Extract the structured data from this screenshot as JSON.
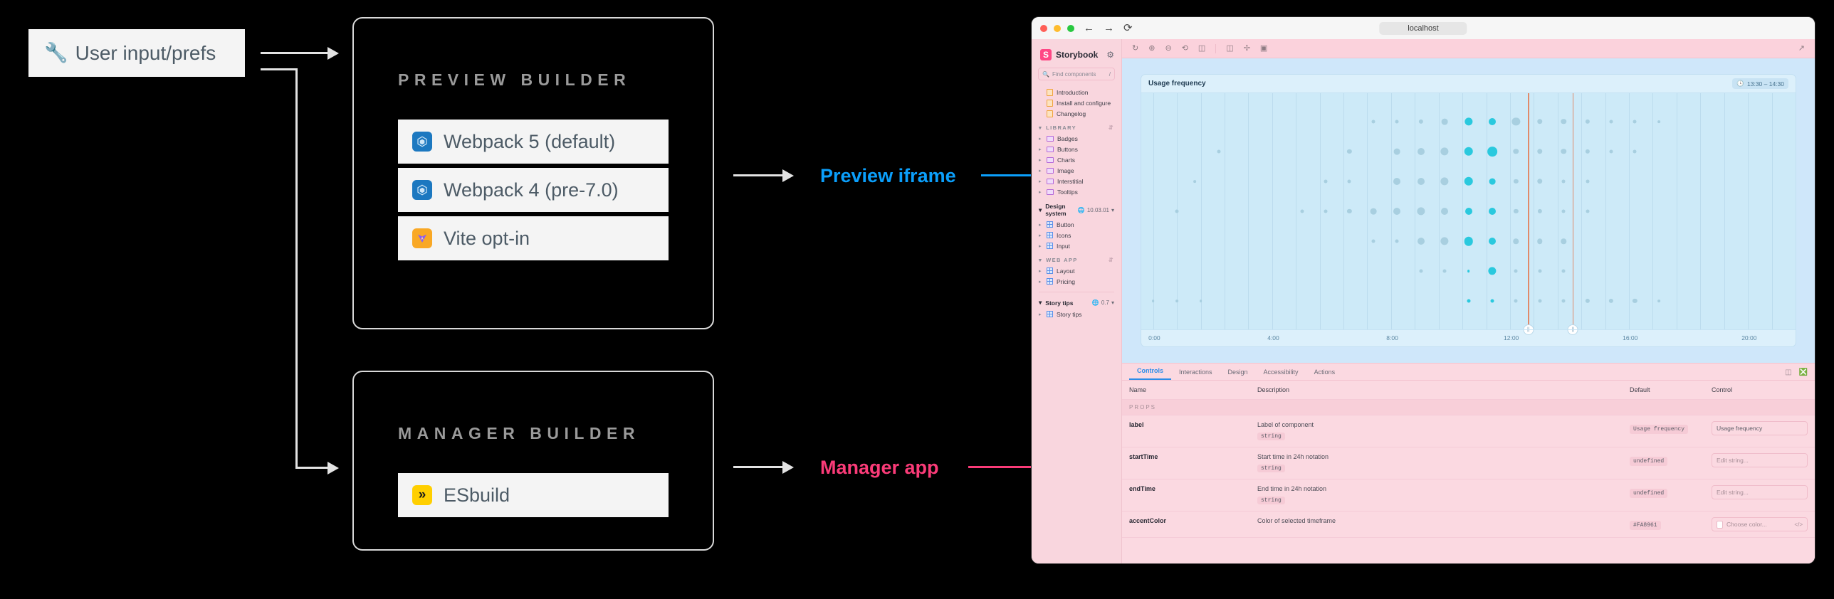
{
  "diagram": {
    "user_box": {
      "icon": "tools-icon",
      "label": "User input/prefs"
    },
    "preview_builder": {
      "title": "PREVIEW BUILDER",
      "options": [
        {
          "icon": "webpack-icon",
          "label": "Webpack 5 (default)"
        },
        {
          "icon": "webpack-icon",
          "label": "Webpack 4 (pre-7.0)"
        },
        {
          "icon": "vite-icon",
          "label": "Vite opt-in"
        }
      ]
    },
    "manager_builder": {
      "title": "MANAGER BUILDER",
      "options": [
        {
          "icon": "esbuild-icon",
          "label": "ESbuild"
        }
      ]
    },
    "labels": {
      "preview_iframe": "Preview iframe",
      "manager_app": "Manager app"
    },
    "colors": {
      "preview": "#0b9ffb",
      "manager": "#fa3b78",
      "arrow": "#e3e3e3"
    }
  },
  "browser": {
    "traffic_lights": [
      "close",
      "minimize",
      "maximize"
    ],
    "back_label": "←",
    "forward_label": "→",
    "reload_label": "⟳",
    "url": "localhost"
  },
  "storybook": {
    "brand": {
      "mark": "S",
      "name": "Storybook"
    },
    "settings_icon": "gear-icon",
    "search": {
      "placeholder": "Find components",
      "shortcut": "/"
    },
    "docs": [
      {
        "icon": "doc-icon",
        "label": "Introduction"
      },
      {
        "icon": "doc-icon",
        "label": "Install and configure"
      },
      {
        "icon": "doc-icon",
        "label": "Changelog"
      }
    ],
    "groups": [
      {
        "label": "LIBRARY",
        "style": "caps",
        "sortable": true,
        "items": [
          {
            "icon": "folder-icon",
            "label": "Badges"
          },
          {
            "icon": "folder-icon",
            "label": "Buttons"
          },
          {
            "icon": "folder-icon",
            "label": "Charts"
          },
          {
            "icon": "folder-icon",
            "label": "Image"
          },
          {
            "icon": "folder-icon",
            "label": "Interstitial"
          },
          {
            "icon": "folder-icon",
            "label": "Tooltips"
          }
        ]
      },
      {
        "label": "Design system",
        "style": "bold",
        "version": "10.03.01",
        "items": [
          {
            "icon": "component-icon",
            "label": "Button"
          },
          {
            "icon": "component-icon",
            "label": "Icons"
          },
          {
            "icon": "component-icon",
            "label": "Input"
          }
        ]
      },
      {
        "label": "WEB APP",
        "style": "caps",
        "sortable": true,
        "items": [
          {
            "icon": "component-icon",
            "label": "Layout"
          },
          {
            "icon": "component-icon",
            "label": "Pricing"
          }
        ]
      },
      {
        "label": "Story tips",
        "style": "bold",
        "version": "0.7",
        "items": [
          {
            "icon": "component-icon",
            "label": "Story tips"
          }
        ]
      }
    ],
    "toolbar": {
      "icons": [
        "remount-icon",
        "zoom-in-icon",
        "zoom-out-icon",
        "zoom-reset-icon",
        "background-icon"
      ],
      "icons2": [
        "measure-icon",
        "grid-icon",
        "outline-icon"
      ],
      "open_new_tab_icon": "external-link-icon"
    }
  },
  "chart_data": {
    "type": "scatter",
    "title": "Usage frequency",
    "badge": {
      "icon": "clock-icon",
      "text": "13:30 – 14:30"
    },
    "xlabel": "",
    "ylabel": "",
    "xlim": [
      0,
      22
    ],
    "tick_labels": [
      "0:00",
      "4:00",
      "8:00",
      "12:00",
      "16:00",
      "20:00"
    ],
    "tick_values": [
      0,
      4,
      8,
      12,
      16,
      20
    ],
    "grid": true,
    "accent_color": "#2ac9de",
    "muted_color": "#a8cfe0",
    "selection": {
      "start": 13.0,
      "end": 14.5,
      "marker_color": "#e08a6a"
    },
    "rows": 7,
    "points": [
      {
        "x": 0.4,
        "y": 6,
        "r": 3
      },
      {
        "x": 1.2,
        "y": 6,
        "r": 3
      },
      {
        "x": 2.0,
        "y": 6,
        "r": 3
      },
      {
        "x": 1.2,
        "y": 3,
        "r": 4
      },
      {
        "x": 1.8,
        "y": 2,
        "r": 3
      },
      {
        "x": 2.6,
        "y": 1,
        "r": 4
      },
      {
        "x": 5.4,
        "y": 3,
        "r": 4
      },
      {
        "x": 6.2,
        "y": 3,
        "r": 4
      },
      {
        "x": 6.2,
        "y": 2,
        "r": 4
      },
      {
        "x": 7.0,
        "y": 3,
        "r": 5
      },
      {
        "x": 7.0,
        "y": 1,
        "r": 5
      },
      {
        "x": 7.0,
        "y": 2,
        "r": 4
      },
      {
        "x": 7.8,
        "y": 0,
        "r": 4
      },
      {
        "x": 7.8,
        "y": 3,
        "r": 7
      },
      {
        "x": 7.8,
        "y": 4,
        "r": 4
      },
      {
        "x": 8.6,
        "y": 0,
        "r": 4
      },
      {
        "x": 8.6,
        "y": 1,
        "r": 7
      },
      {
        "x": 8.6,
        "y": 2,
        "r": 8
      },
      {
        "x": 8.6,
        "y": 3,
        "r": 8
      },
      {
        "x": 8.6,
        "y": 4,
        "r": 4
      },
      {
        "x": 9.4,
        "y": 0,
        "r": 5
      },
      {
        "x": 9.4,
        "y": 1,
        "r": 8
      },
      {
        "x": 9.4,
        "y": 2,
        "r": 8
      },
      {
        "x": 9.4,
        "y": 3,
        "r": 9
      },
      {
        "x": 9.4,
        "y": 4,
        "r": 8
      },
      {
        "x": 9.4,
        "y": 5,
        "r": 4
      },
      {
        "x": 10.2,
        "y": 0,
        "r": 7
      },
      {
        "x": 10.2,
        "y": 1,
        "r": 9
      },
      {
        "x": 10.2,
        "y": 2,
        "r": 9
      },
      {
        "x": 10.2,
        "y": 3,
        "r": 8
      },
      {
        "x": 10.2,
        "y": 4,
        "r": 9
      },
      {
        "x": 10.2,
        "y": 5,
        "r": 4
      },
      {
        "x": 11.0,
        "y": 0,
        "r": 9,
        "sel": true
      },
      {
        "x": 11.0,
        "y": 1,
        "r": 10,
        "sel": true
      },
      {
        "x": 11.0,
        "y": 2,
        "r": 10,
        "sel": true
      },
      {
        "x": 11.0,
        "y": 3,
        "r": 8,
        "sel": true
      },
      {
        "x": 11.0,
        "y": 4,
        "r": 10,
        "sel": true
      },
      {
        "x": 11.0,
        "y": 5,
        "r": 3,
        "sel": true
      },
      {
        "x": 11.0,
        "y": 6,
        "r": 4,
        "sel": true
      },
      {
        "x": 11.8,
        "y": 0,
        "r": 8,
        "sel": true
      },
      {
        "x": 11.8,
        "y": 1,
        "r": 11,
        "sel": true
      },
      {
        "x": 11.8,
        "y": 2,
        "r": 7,
        "sel": true
      },
      {
        "x": 11.8,
        "y": 3,
        "r": 8,
        "sel": true
      },
      {
        "x": 11.8,
        "y": 4,
        "r": 8,
        "sel": true
      },
      {
        "x": 11.8,
        "y": 5,
        "r": 9,
        "sel": true
      },
      {
        "x": 11.8,
        "y": 6,
        "r": 4,
        "sel": true
      },
      {
        "x": 12.6,
        "y": 0,
        "r": 9
      },
      {
        "x": 12.6,
        "y": 1,
        "r": 6
      },
      {
        "x": 12.6,
        "y": 2,
        "r": 5
      },
      {
        "x": 12.6,
        "y": 3,
        "r": 5
      },
      {
        "x": 12.6,
        "y": 4,
        "r": 6
      },
      {
        "x": 12.6,
        "y": 5,
        "r": 4
      },
      {
        "x": 12.6,
        "y": 6,
        "r": 4
      },
      {
        "x": 13.4,
        "y": 0,
        "r": 6
      },
      {
        "x": 13.4,
        "y": 1,
        "r": 6
      },
      {
        "x": 13.4,
        "y": 2,
        "r": 6
      },
      {
        "x": 13.4,
        "y": 3,
        "r": 5
      },
      {
        "x": 13.4,
        "y": 4,
        "r": 6
      },
      {
        "x": 13.4,
        "y": 5,
        "r": 4
      },
      {
        "x": 13.4,
        "y": 6,
        "r": 4
      },
      {
        "x": 14.2,
        "y": 0,
        "r": 6
      },
      {
        "x": 14.2,
        "y": 1,
        "r": 6
      },
      {
        "x": 14.2,
        "y": 2,
        "r": 4
      },
      {
        "x": 14.2,
        "y": 3,
        "r": 4
      },
      {
        "x": 14.2,
        "y": 4,
        "r": 6
      },
      {
        "x": 14.2,
        "y": 5,
        "r": 4
      },
      {
        "x": 14.2,
        "y": 6,
        "r": 4
      },
      {
        "x": 15.0,
        "y": 0,
        "r": 5
      },
      {
        "x": 15.0,
        "y": 1,
        "r": 5
      },
      {
        "x": 15.0,
        "y": 2,
        "r": 4
      },
      {
        "x": 15.0,
        "y": 3,
        "r": 4
      },
      {
        "x": 15.0,
        "y": 6,
        "r": 5
      },
      {
        "x": 15.8,
        "y": 0,
        "r": 4
      },
      {
        "x": 15.8,
        "y": 1,
        "r": 4
      },
      {
        "x": 15.8,
        "y": 6,
        "r": 5
      },
      {
        "x": 16.6,
        "y": 0,
        "r": 4
      },
      {
        "x": 16.6,
        "y": 1,
        "r": 4
      },
      {
        "x": 16.6,
        "y": 6,
        "r": 5
      },
      {
        "x": 17.4,
        "y": 0,
        "r": 3
      },
      {
        "x": 17.4,
        "y": 6,
        "r": 3
      }
    ]
  },
  "addons": {
    "tabs": [
      {
        "label": "Controls",
        "active": true
      },
      {
        "label": "Interactions",
        "active": false
      },
      {
        "label": "Design",
        "active": false
      },
      {
        "label": "Accessibility",
        "active": false
      },
      {
        "label": "Actions",
        "active": false
      }
    ],
    "panel_icons": [
      "split-panel-icon",
      "close-circle-icon"
    ],
    "columns": [
      "Name",
      "Description",
      "Default",
      "Control"
    ],
    "group_label": "PROPS",
    "reset_icon": "undo-icon",
    "rows": [
      {
        "name": "label",
        "description": "Label of component",
        "type": "string",
        "default": "Usage frequency",
        "control": {
          "kind": "text",
          "value": "Usage frequency",
          "placeholder": ""
        }
      },
      {
        "name": "startTime",
        "description": "Start time in 24h notation",
        "type": "string",
        "default": "undefined",
        "control": {
          "kind": "text",
          "value": "",
          "placeholder": "Edit string..."
        }
      },
      {
        "name": "endTime",
        "description": "End time in 24h notation",
        "type": "string",
        "default": "undefined",
        "control": {
          "kind": "text",
          "value": "",
          "placeholder": "Edit string..."
        }
      },
      {
        "name": "accentColor",
        "description": "Color of selected timeframe",
        "type": "",
        "default": "#FA8961",
        "control": {
          "kind": "color",
          "value": "",
          "placeholder": "Choose color..."
        }
      }
    ]
  }
}
